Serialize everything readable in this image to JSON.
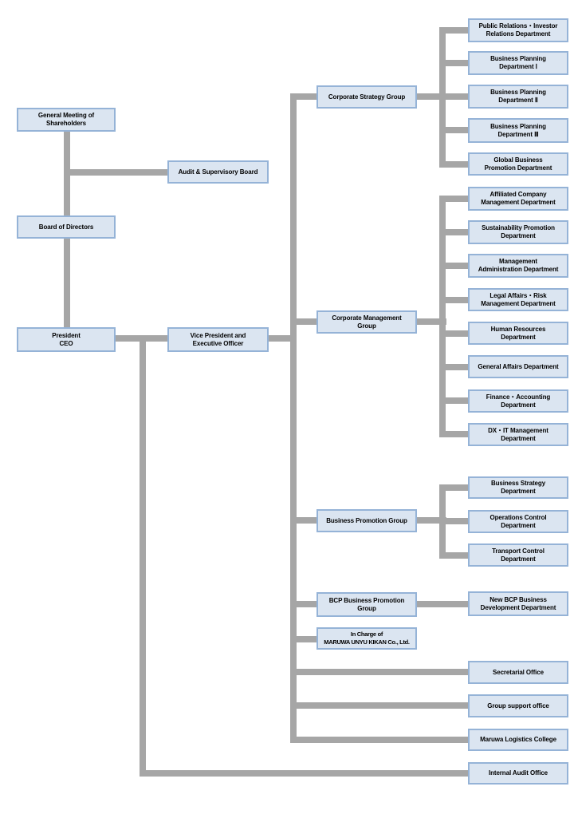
{
  "org_chart": {
    "type": "organization-chart",
    "colors": {
      "box_fill": "#dbe5f1",
      "box_border": "#95b3d7",
      "line": "#a6a6a6",
      "text": "#000000",
      "background": "#ffffff"
    },
    "nodes": {
      "general_meeting": "General Meeting of\nShareholders",
      "audit_supervisory_board": "Audit & Supervisory Board",
      "board_of_directors": "Board of Directors",
      "president_ceo": "President\nCEO",
      "vice_president": "Vice President and\nExecutive Officer",
      "corporate_strategy_group": "Corporate Strategy Group",
      "public_relations_ir": "Public Relations・Investor\nRelations Department",
      "business_planning_1": "Business Planning\nDepartment Ⅰ",
      "business_planning_2": "Business Planning\nDepartment Ⅱ",
      "business_planning_3": "Business Planning\nDepartment Ⅲ",
      "global_business_promotion": "Global Business\nPromotion Department",
      "corporate_management_group": "Corporate Management\nGroup",
      "affiliated_company_management": "Affiliated Company\nManagement Department",
      "sustainability_promotion": "Sustainability Promotion\nDepartment",
      "management_administration": "Management\nAdministration Department",
      "legal_affairs_risk": "Legal Affairs・Risk\nManagement Department",
      "human_resources": "Human Resources\nDepartment",
      "general_affairs": "General Affairs Department",
      "finance_accounting": "Finance・Accounting\nDepartment",
      "dx_it_management": "DX・IT Management\nDepartment",
      "business_promotion_group": "Business Promotion Group",
      "business_strategy": "Business Strategy\nDepartment",
      "operations_control": "Operations Control\nDepartment",
      "transport_control": "Transport Control\nDepartment",
      "bcp_business_promotion_group": "BCP Business Promotion\nGroup",
      "new_bcp_business_development": "New BCP Business\nDevelopment Department",
      "in_charge_maruwa": "In Charge of\nMARUWA UNYU KIKAN Co., Ltd.",
      "secretarial_office": "Secretarial Office",
      "group_support_office": "Group support office",
      "maruwa_logistics_college": "Maruwa Logistics College",
      "internal_audit_office": "Internal Audit Office"
    }
  }
}
